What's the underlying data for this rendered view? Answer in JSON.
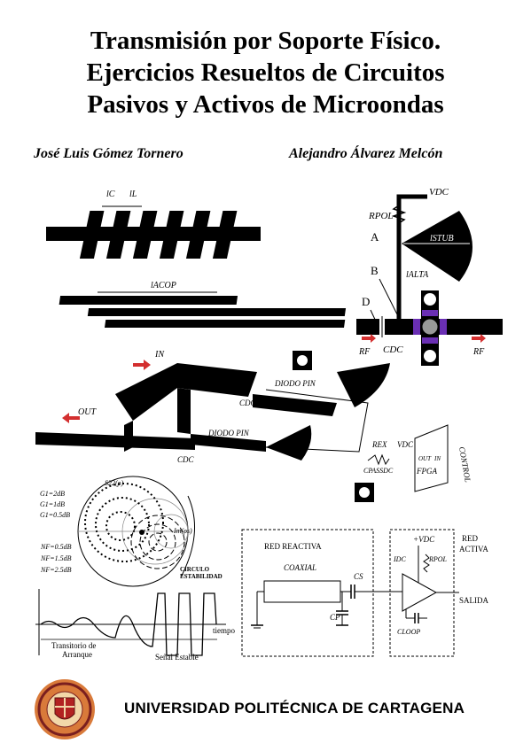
{
  "cover": {
    "title_lines": [
      "Transmisión por Soporte Físico.",
      "Ejercicios Resueltos de Circuitos",
      "Pasivos y Activos de Microondas"
    ],
    "authors": [
      "José Luis Gómez Tornero",
      "Alejandro Álvarez Melcón"
    ],
    "institution": "UNIVERSIDAD POLITÉCNICA DE CARTAGENA"
  },
  "figures": {
    "filter_labels": [
      "lC",
      "lL",
      "lACOP"
    ],
    "stub_labels": {
      "vdc": "VDC",
      "rpol": "RPOL",
      "a": "A",
      "b": "B",
      "d": "D",
      "lstub": "lSTUB",
      "lalta": "lALTA",
      "cdc": "CDC",
      "rf_in": "RF",
      "rf_out": "RF"
    },
    "circuit_labels": {
      "in": "IN",
      "out": "OUT",
      "diodo": "DIODO PIN",
      "cdc": "CDC",
      "rex": "REX",
      "vdc": "VDC",
      "fpga": "FPGA",
      "control": "CONTROL",
      "cpassdc": "CPASSDC",
      "out_pin": "OUT",
      "in_pin": "IN"
    },
    "smith_labels": {
      "s22": "S22(ρ)",
      "g1": "G1=2dB",
      "g2": "G1=1dB",
      "g3": "G1=0.5dB",
      "nf1": "NF=0.5dB",
      "nf2": "NF=1.5dB",
      "nf3": "NF=2.5dB",
      "im": "Im(ρs)",
      "circulo": "CIRCULO",
      "estabilidad": "ESTABILIDAD"
    },
    "oscillator_labels": {
      "red_reactiva": "RED REACTIVA",
      "coaxial": "COAXIAL",
      "cs": "CS",
      "cp": "CP",
      "vdc": "+VDC",
      "idc": "IDC",
      "rpol": "RPOL",
      "red_activa_1": "RED",
      "red_activa_2": "ACTIVA",
      "salida": "SALIDA",
      "cloop": "CLOOP"
    },
    "waveform_labels": {
      "tiempo": "tiempo",
      "transitorio_1": "Transitorio de",
      "transitorio_2": "Arranque",
      "senal": "Señal Estable"
    }
  }
}
